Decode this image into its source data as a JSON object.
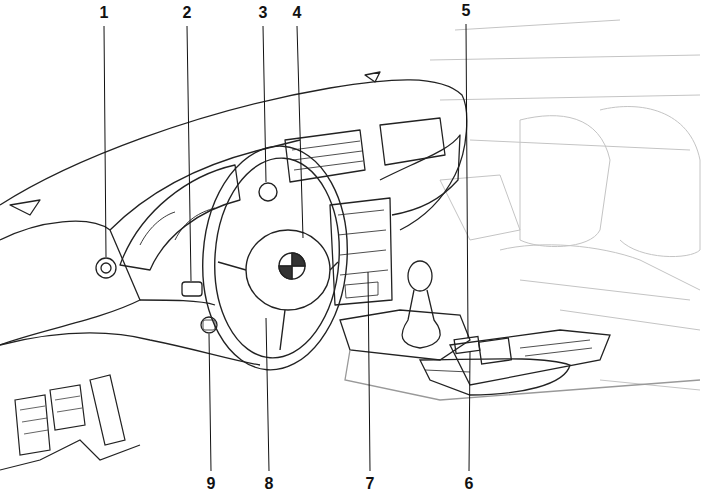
{
  "diagram": {
    "labels": [
      "1",
      "2",
      "3",
      "4",
      "5",
      "9",
      "8",
      "7",
      "6"
    ]
  }
}
